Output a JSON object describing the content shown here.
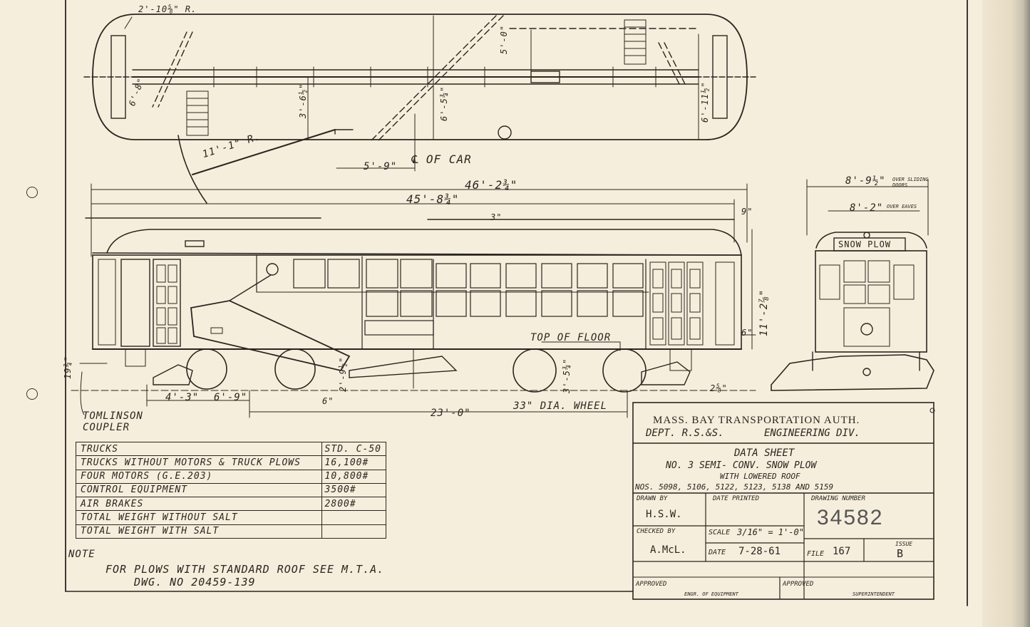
{
  "dimensions": {
    "end_radius": "2'-10⅝\" R.",
    "d_5_0": "5'-0\"",
    "d_6_8": "6'-8\"",
    "d_3_6": "3'-6½\"",
    "d_6_5": "6'-5¾\"",
    "d_6_11": "6'-11½\"",
    "wing_radius": "11'-1\" R.",
    "wing_offset": "5'-9\"",
    "centerline": "℄ OF CAR",
    "overall_length": "46'-2¾\"",
    "body_length": "45'-8¾\"",
    "overhang": "9\"",
    "roof_gap": "3\"",
    "height": "11'-2⅞\"",
    "floor_step": "6\"",
    "top_of_floor": "TOP OF FLOOR",
    "truck_spacing": "23'-0\"",
    "wheel": "33\" DIA. WHEEL",
    "d_4_3": "4'-3\"",
    "d_6_9": "6'-9\"",
    "d_6b": "6\"",
    "d_2_9": "2'-9½\"",
    "d_3_5": "3'-5¾\"",
    "d_2_5": "2⅝\"",
    "coupler_ht": "19¾\"",
    "width_doors": "8'-9½\"",
    "width_doors_note": "OVER SLIDING DOORS",
    "width_eaves": "8'-2\"",
    "width_eaves_note": "OVER EAVES",
    "sign": "SNOW PLOW"
  },
  "coupler_label": [
    "TOMLINSON",
    "COUPLER"
  ],
  "weights": {
    "header": {
      "label": "TRUCKS",
      "value": "STD. C-50"
    },
    "rows": [
      {
        "label": "TRUCKS WITHOUT MOTORS & TRUCK PLOWS",
        "value": "16,100#"
      },
      {
        "label": "FOUR MOTORS (G.E.203)",
        "value": "10,800#"
      },
      {
        "label": "CONTROL EQUIPMENT",
        "value": "3500#"
      },
      {
        "label": "AIR BRAKES",
        "value": "2800#"
      },
      {
        "label": "TOTAL WEIGHT WITHOUT SALT",
        "value": ""
      },
      {
        "label": "TOTAL WEIGHT WITH SALT",
        "value": ""
      }
    ]
  },
  "note": {
    "heading": "NOTE",
    "line1": "FOR PLOWS WITH STANDARD ROOF SEE M.T.A.",
    "line2": "DWG. NO 20459-139"
  },
  "title_block": {
    "agency": "MASS. BAY TRANSPORTATION AUTH.",
    "dept": "DEPT. R.S.&S.",
    "division": "ENGINEERING DIV.",
    "sheet_title": "DATA SHEET",
    "line1": "NO. 3 SEMI- CONV. SNOW PLOW",
    "line2": "WITH LOWERED ROOF",
    "line3": "NOS. 5098, 5106, 5122, 5123, 5138 AND 5159",
    "drawn_by_label": "DRAWN BY",
    "drawn_by": "H.S.W.",
    "date_printed_label": "DATE PRINTED",
    "drawing_number_label": "DRAWING NUMBER",
    "drawing_number": "34582",
    "checked_by_label": "CHECKED BY",
    "checked_by": "A.McL.",
    "scale_label": "SCALE",
    "scale": "3/16\" = 1'-0\"",
    "date_label": "DATE",
    "date": "7-28-61",
    "file_label": "FILE",
    "file": "167",
    "issue_label": "ISSUE",
    "issue": "B",
    "approved1_label": "APPROVED",
    "approved1_title": "ENGR. OF EQUIPMENT",
    "approved2_label": "APPROVED",
    "approved2_title": "SUPERINTENDENT"
  },
  "colors": {
    "paper": "#f6eedc",
    "ink": "#2a2520"
  }
}
